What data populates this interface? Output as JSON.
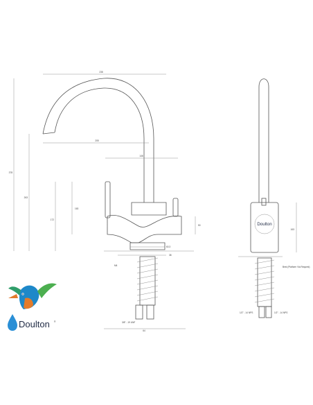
{
  "dimensions": {
    "overall_width": "238",
    "spout_reach": "205",
    "overall_height": "378",
    "spout_height": "263",
    "handle_span": "146",
    "handle_height": "172",
    "body_height": "163",
    "body_diameter": "50",
    "base_diameter": "60.3",
    "deck_height": "38",
    "thread_pitch": "M4",
    "hose_connection": "3/8\" - 19 UNF",
    "footprint": "64",
    "side_height": "163"
  },
  "annotations": {
    "deck_plate": "Best (Platform Via Request)",
    "thread_left": "1/2\" - 14 NPS",
    "thread_right": "1/2\" - 14 NPS"
  },
  "badge": {
    "text": "Doulton"
  },
  "logo": {
    "text": "Doulton",
    "trademark": "®"
  },
  "colors": {
    "line": "#555555",
    "logo_text": "#1f2a44",
    "bird_blue": "#1e88c9",
    "bird_green": "#4caf50",
    "bird_orange": "#e37b2b",
    "drop_blue": "#2a8fd6"
  }
}
